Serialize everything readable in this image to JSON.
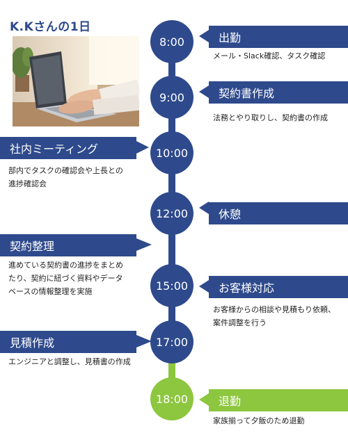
{
  "title": "K.Kさんの1日",
  "colors": {
    "navy": "#2e4a8c",
    "green": "#8dc63f",
    "text": "#222222"
  },
  "photo": {
    "subject": "hands-typing-on-laptop"
  },
  "timeline": [
    {
      "time": "8:00",
      "title": "出勤",
      "desc": "メール・Slack確認、タスク確認"
    },
    {
      "time": "9:00",
      "title": "契約書作成",
      "desc": "法務とやり取りし、契約書の作成"
    },
    {
      "time": "10:00",
      "title": "社内ミーティング",
      "desc": "部内でタスクの確認会や上長との\n進捗確認会"
    },
    {
      "time": "12:00",
      "title": "休憩",
      "desc": ""
    },
    {
      "time": "",
      "title": "契約整理",
      "desc": "進めている契約書の進捗をまとめ\nたり、契約に紐づく資料やデータ\nベースの情報整理を実施"
    },
    {
      "time": "15:00",
      "title": "お客様対応",
      "desc": "お客様からの相談や見積もり依頼、\n案件調整を行う"
    },
    {
      "time": "17:00",
      "title": "見積作成",
      "desc": "エンジニアと調整し、見積書の作成"
    },
    {
      "time": "18:00",
      "title": "退勤",
      "desc": "家族揃って夕飯のため退勤"
    }
  ]
}
